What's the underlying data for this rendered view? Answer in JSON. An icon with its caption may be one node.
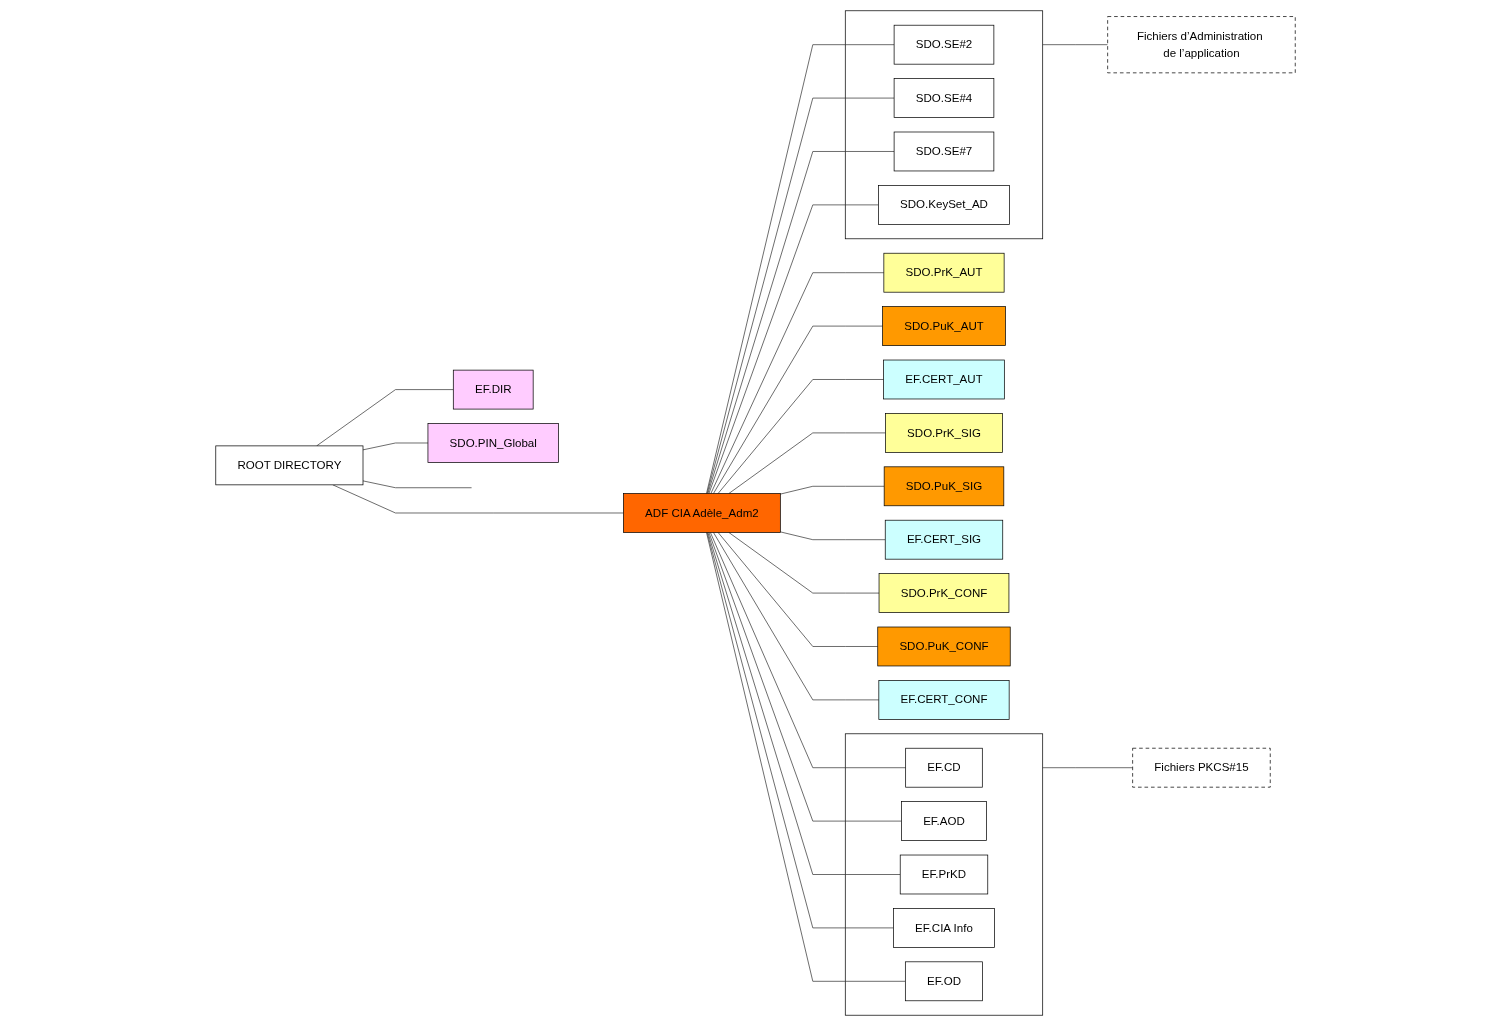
{
  "diagram": {
    "nodes": [
      {
        "text": [
          "ROOT DIRECTORY"
        ]
      },
      {
        "text": [
          "EF.DIR"
        ]
      },
      {
        "text": [
          "SDO.PIN_Global"
        ]
      },
      {
        "text": [
          "Fichiers d’Administration de l’application"
        ]
      },
      {
        "text": [
          "ADF CIA Adèle_Adm2"
        ]
      },
      {
        "text": [],
        "shape": "box"
      },
      {
        "text": [
          "SDO.SE#2"
        ],
        "in": 5
      },
      {
        "text": [
          "SDO.SE#4"
        ],
        "in": 5
      },
      {
        "text": [
          "SDO.SE#7"
        ],
        "in": 5
      },
      {
        "text": [
          "SDO.KeySet_AD"
        ],
        "in": 5
      },
      {
        "text": [
          "SDO.PrK_AUT"
        ]
      },
      {
        "text": [
          "SDO.PuK_AUT"
        ]
      },
      {
        "text": [
          "EF.CERT_AUT"
        ]
      },
      {
        "text": [
          "SDO.PrK_SIG"
        ]
      },
      {
        "text": [
          "SDO.PuK_SIG"
        ]
      },
      {
        "text": [
          "EF.CERT_SIG"
        ]
      },
      {
        "text": [
          "SDO.PrK_CONF"
        ]
      },
      {
        "text": [
          "SDO.PuK_CONF"
        ]
      },
      {
        "text": [
          "EF.CERT_CONF"
        ]
      },
      {
        "text": [],
        "shape": "box"
      },
      {
        "text": [
          "EF.CD"
        ],
        "in": 19
      },
      {
        "text": [
          "EF.AOD"
        ],
        "in": 19
      },
      {
        "text": [
          "EF.PrKD"
        ],
        "in": 19
      },
      {
        "text": [
          "EF.CIA Info"
        ],
        "in": 19
      },
      {
        "text": [
          "EF.OD"
        ],
        "in": 19
      },
      {
        "text": [
          "Fichiers PKCS#15"
        ]
      }
    ],
    "edges": [
      {
        "from": 0,
        "to": 1,
        "arrow": "none"
      },
      {
        "from": 0,
        "to": 2,
        "arrow": "none"
      },
      {
        "from": 0,
        "to": 4,
        "arrow": "none"
      },
      {
        "from": 0,
        "to": null,
        "arrow": "none"
      },
      {
        "from": 3,
        "to": 5,
        "arrow": "none"
      },
      {
        "from": 4,
        "to": 6,
        "arrow": "none"
      },
      {
        "from": 4,
        "to": 7,
        "arrow": "none"
      },
      {
        "from": 4,
        "to": 8,
        "arrow": "none"
      },
      {
        "from": 4,
        "to": 9,
        "arrow": "none"
      },
      {
        "from": 4,
        "to": 10,
        "arrow": "none"
      },
      {
        "from": 4,
        "to": 11,
        "arrow": "none"
      },
      {
        "from": 4,
        "to": 12,
        "arrow": "none"
      },
      {
        "from": 4,
        "to": 13,
        "arrow": "none"
      },
      {
        "from": 4,
        "to": 14,
        "arrow": "none"
      },
      {
        "from": 4,
        "to": 15,
        "arrow": "none"
      },
      {
        "from": 4,
        "to": 16,
        "arrow": "none"
      },
      {
        "from": 4,
        "to": 17,
        "arrow": "none"
      },
      {
        "from": 4,
        "to": 18,
        "arrow": "none"
      },
      {
        "from": 4,
        "to": 20,
        "arrow": "none"
      },
      {
        "from": 4,
        "to": 21,
        "arrow": "none"
      },
      {
        "from": 4,
        "to": 22,
        "arrow": "none"
      },
      {
        "from": 4,
        "to": 23,
        "arrow": "none"
      },
      {
        "from": 4,
        "to": 24,
        "arrow": "none"
      },
      {
        "from": 25,
        "to": 19,
        "arrow": "none"
      }
    ]
  }
}
